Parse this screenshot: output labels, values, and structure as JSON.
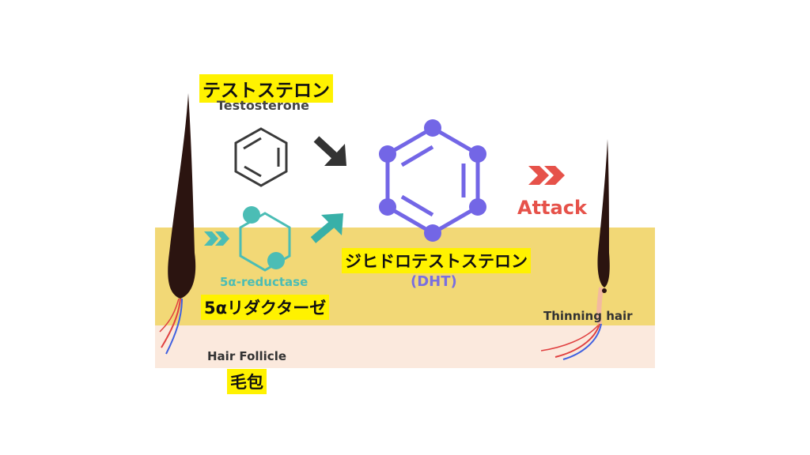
{
  "labels": {
    "testosterone_jp": "テストステロン",
    "testosterone_en": "Testosterone",
    "reductase_en": "5α-reductase",
    "reductase_jp": "5αリダクターゼ",
    "dht_jp": "ジヒドロテストステロン",
    "dht_en": "(DHT)",
    "attack": "Attack",
    "thinning_hair": "Thinning hair",
    "hair_follicle_en": "Hair Follicle",
    "hair_follicle_jp": "毛包"
  },
  "colors": {
    "skin_band": "#f2d876",
    "lower_band": "#fbe9dd",
    "highlight": "#fff200",
    "testosterone": "#3a3a3a",
    "reductase": "#4bbdb5",
    "dht": "#7366e6",
    "attack": "#e6524a",
    "hair": "#2b1410"
  },
  "icons": [
    "hair-strand-icon",
    "benzene-ring-icon",
    "arrow-icon",
    "chevron-double-icon"
  ]
}
